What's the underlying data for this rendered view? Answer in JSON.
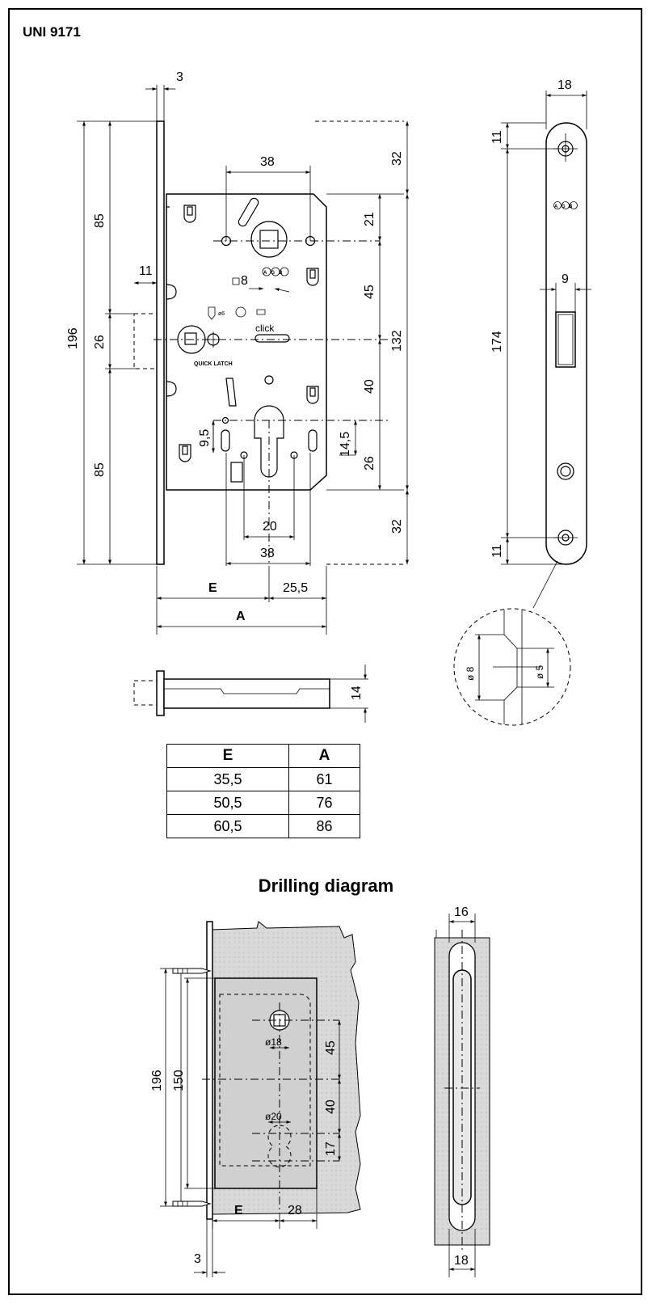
{
  "title": "UNI 9171",
  "section_heading": "Drilling diagram",
  "table": {
    "headers": [
      "E",
      "A"
    ],
    "rows": [
      [
        "35,5",
        "61"
      ],
      [
        "50,5",
        "76"
      ],
      [
        "60,5",
        "86"
      ]
    ]
  },
  "front_view": {
    "top_offset": "3",
    "height_total": "196",
    "upper_85": "85",
    "lower_85": "85",
    "latch_26": "26",
    "latch_11": "11",
    "width_38_top": "38",
    "right_32_top": "32",
    "right_21": "21",
    "right_45": "45",
    "right_132": "132",
    "right_40": "40",
    "right_14_5": "14,5",
    "right_26": "26",
    "right_32_bottom": "32",
    "left_9_5": "9,5",
    "square_8": "8",
    "bottom_20": "20",
    "bottom_38": "38",
    "dim_e": "E",
    "dim_25_5": "25,5",
    "dim_a": "A",
    "label_quick_latch": "QUICK LATCH",
    "label_click": "click",
    "label_d6": "ø6",
    "brand": "AGB"
  },
  "side_view": {
    "width_18": "18",
    "top_11": "11",
    "slot_9": "9",
    "height_174": "174",
    "bottom_11": "11",
    "brand": "AGB"
  },
  "detail": {
    "d8": "ø 8",
    "d5": "ø 5"
  },
  "top_view": {
    "thickness_14": "14"
  },
  "drilling": {
    "height_196": "196",
    "height_150": "150",
    "d18": "ø18",
    "d20": "ø20",
    "right_45": "45",
    "right_40": "40",
    "right_17": "17",
    "dim_e": "E",
    "dim_28": "28",
    "dim_3": "3",
    "slot_16": "16",
    "slot_18": "18"
  }
}
